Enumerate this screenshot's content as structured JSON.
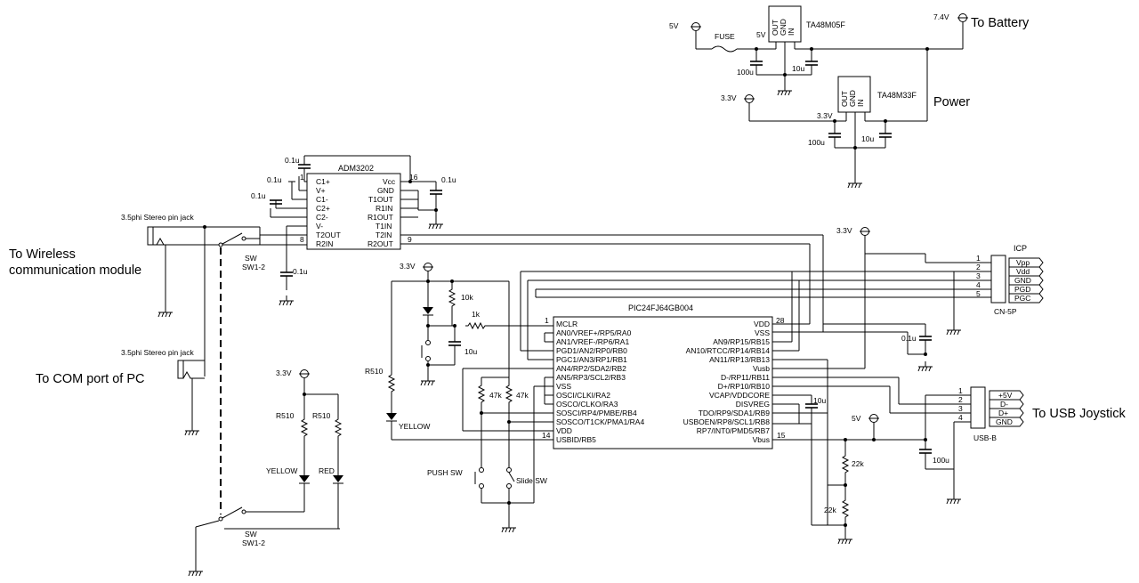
{
  "labels": {
    "to_battery": "To Battery",
    "battery_v": "7.4V",
    "power": "Power",
    "to_wireless_1": "To Wireless",
    "to_wireless_2": "communication module",
    "to_com": "To COM port of PC",
    "to_usb": "To USB Joystick",
    "fuse": "FUSE"
  },
  "power_labels": {
    "v5_top": "5V",
    "v5_reg": "5V",
    "v33_reg": "3.3V",
    "v33_out": "3.3V",
    "v33_mcu": "3.3V",
    "v33_led": "3.3V",
    "v33_icp": "3.3V",
    "v5_usb": "5V"
  },
  "regulators": {
    "reg5": {
      "name": "TA48M05F",
      "pins": [
        "OUT",
        "GND",
        "IN"
      ]
    },
    "reg33": {
      "name": "TA48M33F",
      "pins": [
        "OUT",
        "GND",
        "IN"
      ]
    }
  },
  "caps": {
    "c100u_a": "100u",
    "c10u_a": "10u",
    "c100u_b": "100u",
    "c10u_b": "10u",
    "c01_top": "0.1u",
    "c01_left1": "0.1u",
    "c01_left2": "0.1u",
    "c01_vcc": "0.1u",
    "c01_bottom": "0.1u",
    "c10u_reset": "10u",
    "c01_vss": "0.1u",
    "c10u_vcap": "10u",
    "c100u_usb": "100u"
  },
  "adm3202": {
    "name": "ADM3202",
    "left_pins": [
      "C1+",
      "V+",
      "C1-",
      "C2+",
      "C2-",
      "V-",
      "T2OUT",
      "R2IN"
    ],
    "right_pins": [
      "Vcc",
      "GND",
      "T1OUT",
      "R1IN",
      "R1OUT",
      "T1IN",
      "T2IN",
      "R2OUT"
    ],
    "pin_numbers": [
      "1",
      "16",
      "8",
      "9"
    ]
  },
  "jacks": {
    "jack1": "3.5phi Stereo pin jack",
    "jack2": "3.5phi Stereo pin jack"
  },
  "switches": {
    "sw_top_a": "SW",
    "sw_top_b": "SW1-2",
    "sw_bot_a": "SW",
    "sw_bot_b": "SW1-2"
  },
  "resistors": {
    "r10k": "10k",
    "r1k": "1k",
    "r510_left": "R510",
    "r510_a": "R510",
    "r510_b": "R510",
    "r47k_a": "47k",
    "r47k_b": "47k",
    "r22k_a": "22k",
    "r22k_b": "22k"
  },
  "leds": {
    "yellow_left": "YELLOW",
    "yellow": "YELLOW",
    "red": "RED"
  },
  "buttons": {
    "push": "PUSH SW",
    "slide": "Slide SW"
  },
  "pic": {
    "name": "PIC24FJ64GB004",
    "left_pins": [
      "MCLR",
      "AN0/VREF+/RP5/RA0",
      "AN1/VREF-/RP6/RA1",
      "PGD1/AN2/RP0/RB0",
      "PGC1/AN3/RP1/RB1",
      "AN4/RP2/SDA2/RB2",
      "AN5/RP3/SCL2/RB3",
      "VSS",
      "OSCI/CLKI/RA2",
      "OSCO/CLKO/RA3",
      "SOSCI/RP4/PMBE/RB4",
      "SOSCO/T1CK/PMA1/RA4",
      "VDD",
      "USBID/RB5"
    ],
    "right_pins": [
      "VDD",
      "VSS",
      "AN9/RP15/RB15",
      "AN10/RTCC/RP14/RB14",
      "AN11/RP13/RB13",
      "Vusb",
      "D-/RP11/RB11",
      "D+/RP10/RB10",
      "VCAP/VDDCORE",
      "DISVREG",
      "TDO/RP9/SDA1/RB9",
      "USBOEN/RP8/SCL1/RB8",
      "RP7/INT0/PMD5/RB7",
      "Vbus"
    ],
    "pin_numbers": [
      "1",
      "28",
      "14",
      "15"
    ]
  },
  "icp": {
    "title": "ICP",
    "subtitle": "CN-5P",
    "numbers": [
      "1",
      "2",
      "3",
      "4",
      "5"
    ],
    "pins": [
      "Vpp",
      "Vdd",
      "GND",
      "PGD",
      "PGC"
    ]
  },
  "usb": {
    "subtitle": "USB-B",
    "numbers": [
      "1",
      "2",
      "3",
      "4"
    ],
    "pins": [
      "+5V",
      "D-",
      "D+",
      "GND"
    ]
  }
}
